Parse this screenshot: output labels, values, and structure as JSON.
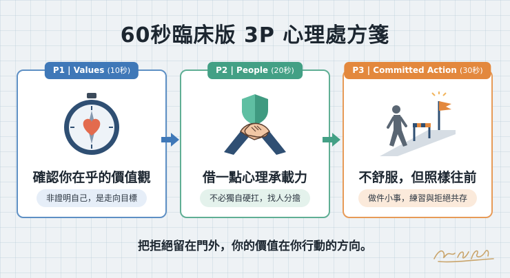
{
  "title": "60秒臨床版 3P 心理處方箋",
  "cards": [
    {
      "tab_code": "P1",
      "tab_label": "Values",
      "tab_duration": "(10秒)",
      "heading": "確認你在乎的價值觀",
      "pill": "非證明自己，是走向目標",
      "icon": "compass-heart-icon",
      "color": "#3f78b8"
    },
    {
      "tab_code": "P2",
      "tab_label": "People",
      "tab_duration": "(20秒)",
      "heading": "借一點心理承載力",
      "pill": "不必獨自硬扛，找人分擔",
      "icon": "handshake-shield-icon",
      "color": "#43a085"
    },
    {
      "tab_code": "P3",
      "tab_label": "Committed Action",
      "tab_duration": "(30秒)",
      "heading": "不舒服，但照樣往前",
      "pill": "做件小事，練習與拒絕共存",
      "icon": "walker-hurdle-flag-icon",
      "color": "#e3883d"
    }
  ],
  "arrow_colors": [
    "#3f78b8",
    "#43a085"
  ],
  "bottom_text": "把拒絕留在門外，你的價值在你行動的方向。",
  "signature_logo_text": "Yue An"
}
